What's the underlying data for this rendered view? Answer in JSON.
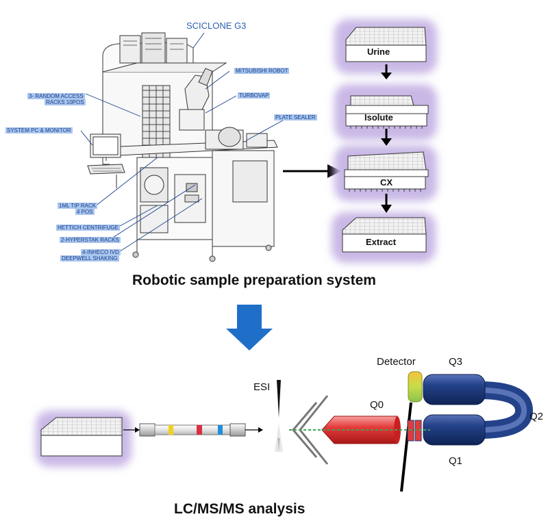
{
  "instrument": {
    "name": "SCICLONE G3",
    "callouts": {
      "robot": "MITSUBISHI ROBOT",
      "turbovap": "TURBOVAP",
      "plate_sealer": "PLATE SEALER",
      "racks_line1": "3- RANDOM ACCESS",
      "racks_line2": "RACKS 10POS",
      "pc": "SYSTEM PC & MONITOR",
      "tip_line1": "1ML TIP RACK",
      "tip_line2": "4 POS",
      "centrifuge": "HETTICH CENTRIFUGE",
      "hyperstak": "2-HYPERSTAK RACKS",
      "inheco_line1": "4-INHECO IVD",
      "inheco_line2": "DEEPWELL SHAKING"
    }
  },
  "plates": {
    "urine": "Urine",
    "isolute": "Isolute",
    "cx": "CX",
    "extract": "Extract"
  },
  "section_titles": {
    "top": "Robotic sample preparation system",
    "bottom": "LC/MS/MS analysis"
  },
  "ms": {
    "esi": "ESI",
    "detector": "Detector",
    "q0": "Q0",
    "q1": "Q1",
    "q2": "Q2",
    "q3": "Q3"
  },
  "colors": {
    "glow": "#c9b8e6",
    "callout_bg": "#a9c6ee",
    "callout_text": "#1a3f8c",
    "big_arrow": "#1f6fc9",
    "quad_blue": "#1f3b7a",
    "q0_red": "#e23b3b",
    "beam": "#3aa655"
  }
}
